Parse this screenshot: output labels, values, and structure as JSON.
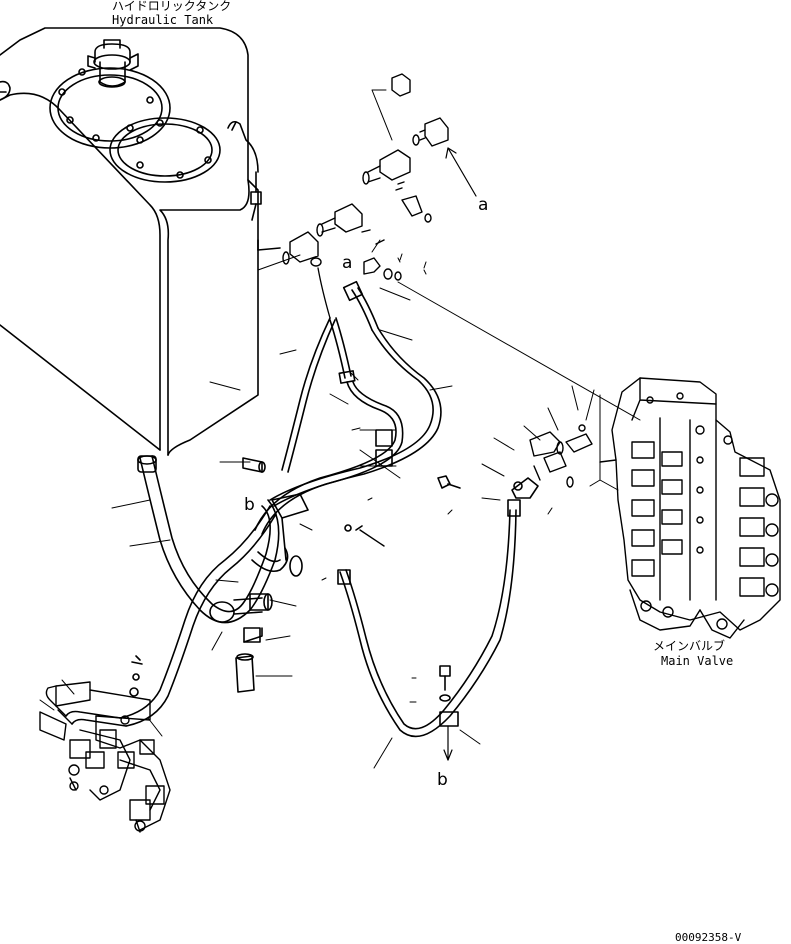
{
  "labels": {
    "tank_jp": "ハイドロリックタンク",
    "tank_en": "Hydraulic Tank",
    "valve_jp": "メインバルブ",
    "valve_en": "Main Valve"
  },
  "refs": {
    "a_top": "a",
    "a_mid": "a",
    "b_upper": "b",
    "b_lower": "b"
  },
  "drawing_code": "00092358-V"
}
